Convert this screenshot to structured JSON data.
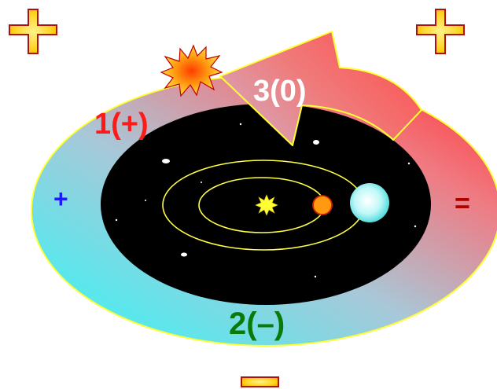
{
  "labels": {
    "phase1": "1(+)",
    "phase2": "2(–)",
    "phase3": "3(0)",
    "plus_symbol": "+",
    "equals_symbol": "="
  },
  "icons": {
    "top_left": "plus-sign-icon",
    "top_right": "plus-sign-icon",
    "bottom": "minus-sign-icon",
    "burst": "explosion-icon",
    "center_star": "star-icon"
  },
  "colors": {
    "phase1": "#ff1a1a",
    "phase2": "#0a7a0a",
    "phase3": "#ffffff",
    "plus_symbol": "#1a1aff",
    "equals_symbol": "#b00000",
    "ring_cyan": "#4ff3f3",
    "ring_red": "#ff3b3b",
    "space": "#000000",
    "orbit": "#ffff44",
    "planet_small": "#ff9a10",
    "planet_large": "#9ff5f5",
    "icon_gold": "#ffd21a",
    "icon_border": "#b01010"
  }
}
